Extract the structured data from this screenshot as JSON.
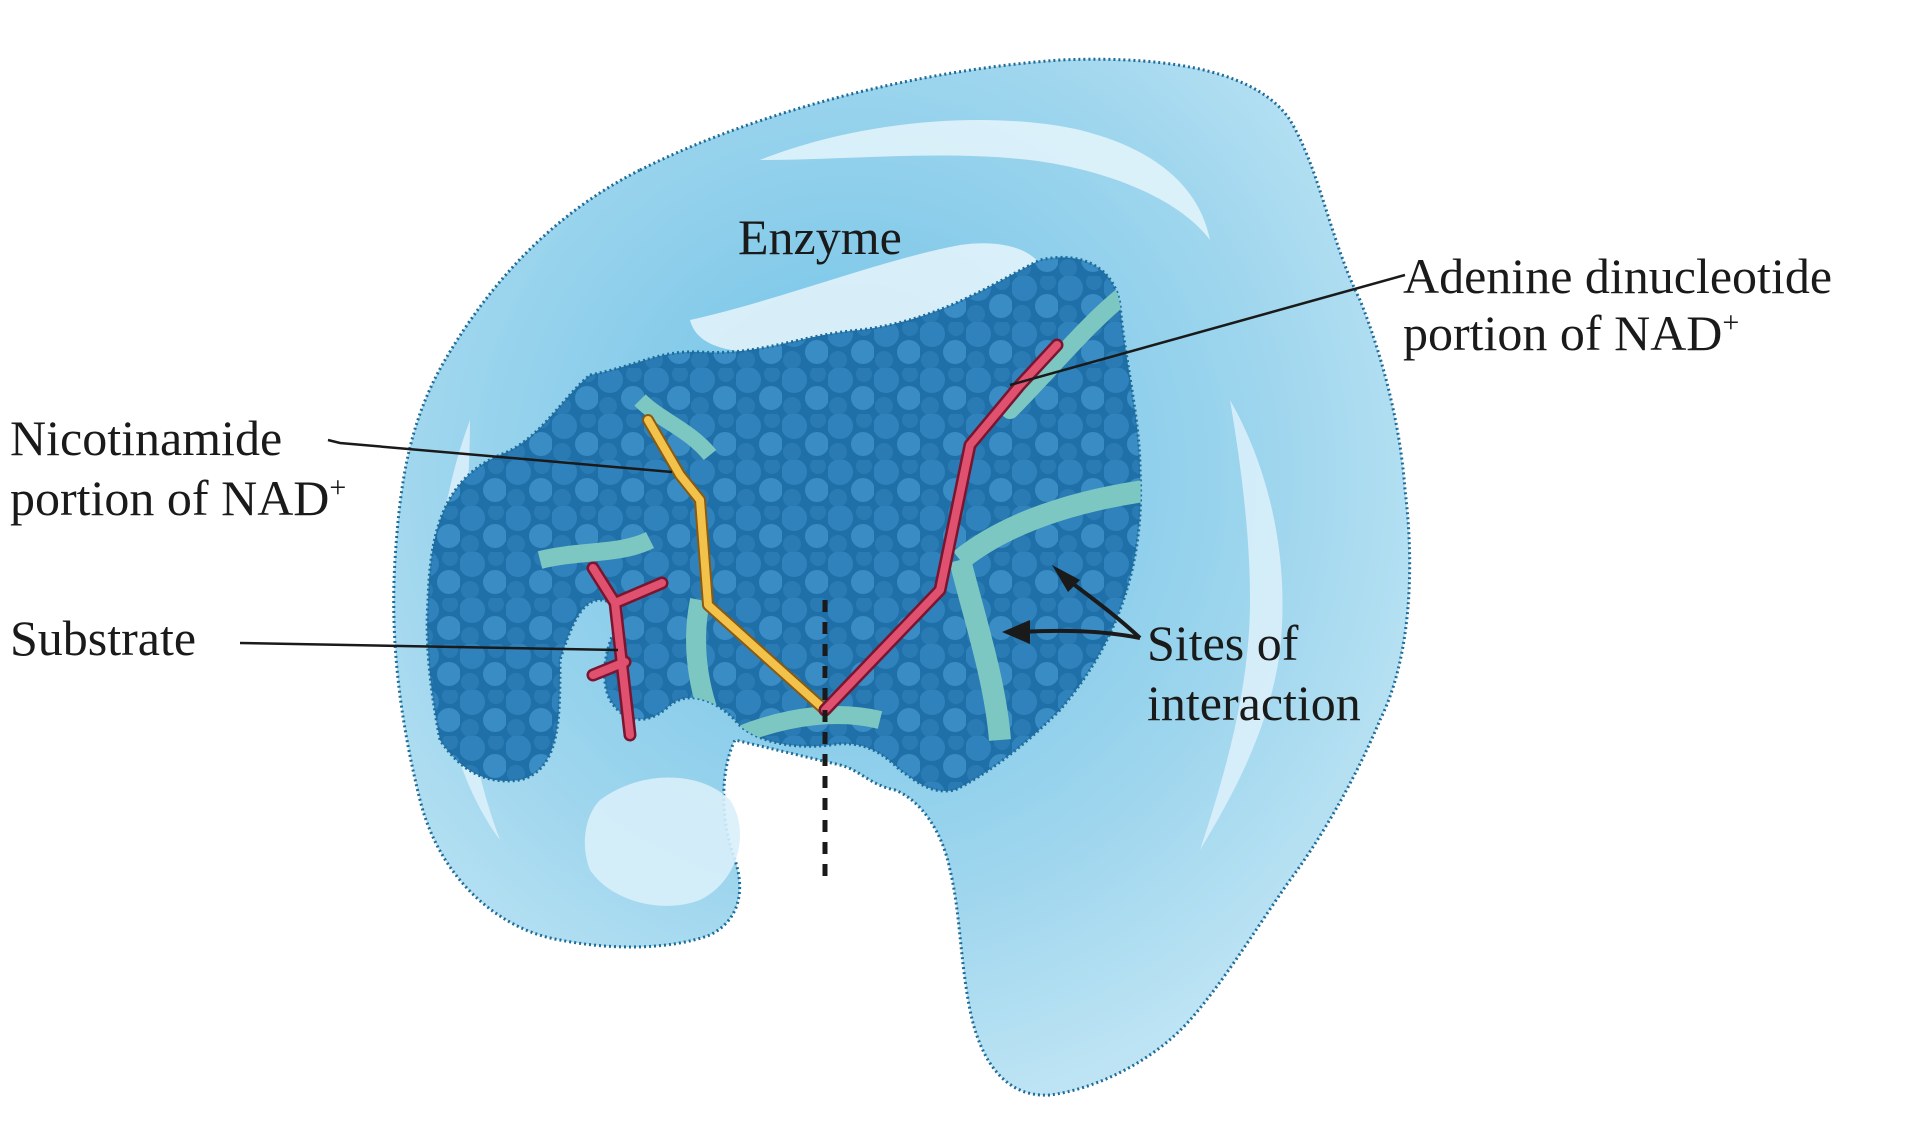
{
  "labels": {
    "enzyme": "Enzyme",
    "adenine_line1": "Adenine dinucleotide",
    "adenine_line2": "portion of NAD",
    "adenine_sup": "+",
    "nicotinamide_line1": "Nicotinamide",
    "nicotinamide_line2": "portion of NAD",
    "nicotinamide_sup": "+",
    "substrate": "Substrate",
    "sites_line1": "Sites of",
    "sites_line2": "interaction"
  },
  "colors": {
    "enzyme_outer": "#bfe3f3",
    "enzyme_mid": "#8fcde9",
    "enzyme_outline": "#1d6c9a",
    "enzyme_highlight": "#e8f6fc",
    "pocket": "#1f6fa8",
    "pocket_dots": "#3a8cc4",
    "interaction_site": "#7cc7c1",
    "nicotinamide_chain": "#f2c24a",
    "adenine_chain": "#d9385a",
    "substrate": "#d9385a",
    "leader_line": "#1a1a1a"
  }
}
